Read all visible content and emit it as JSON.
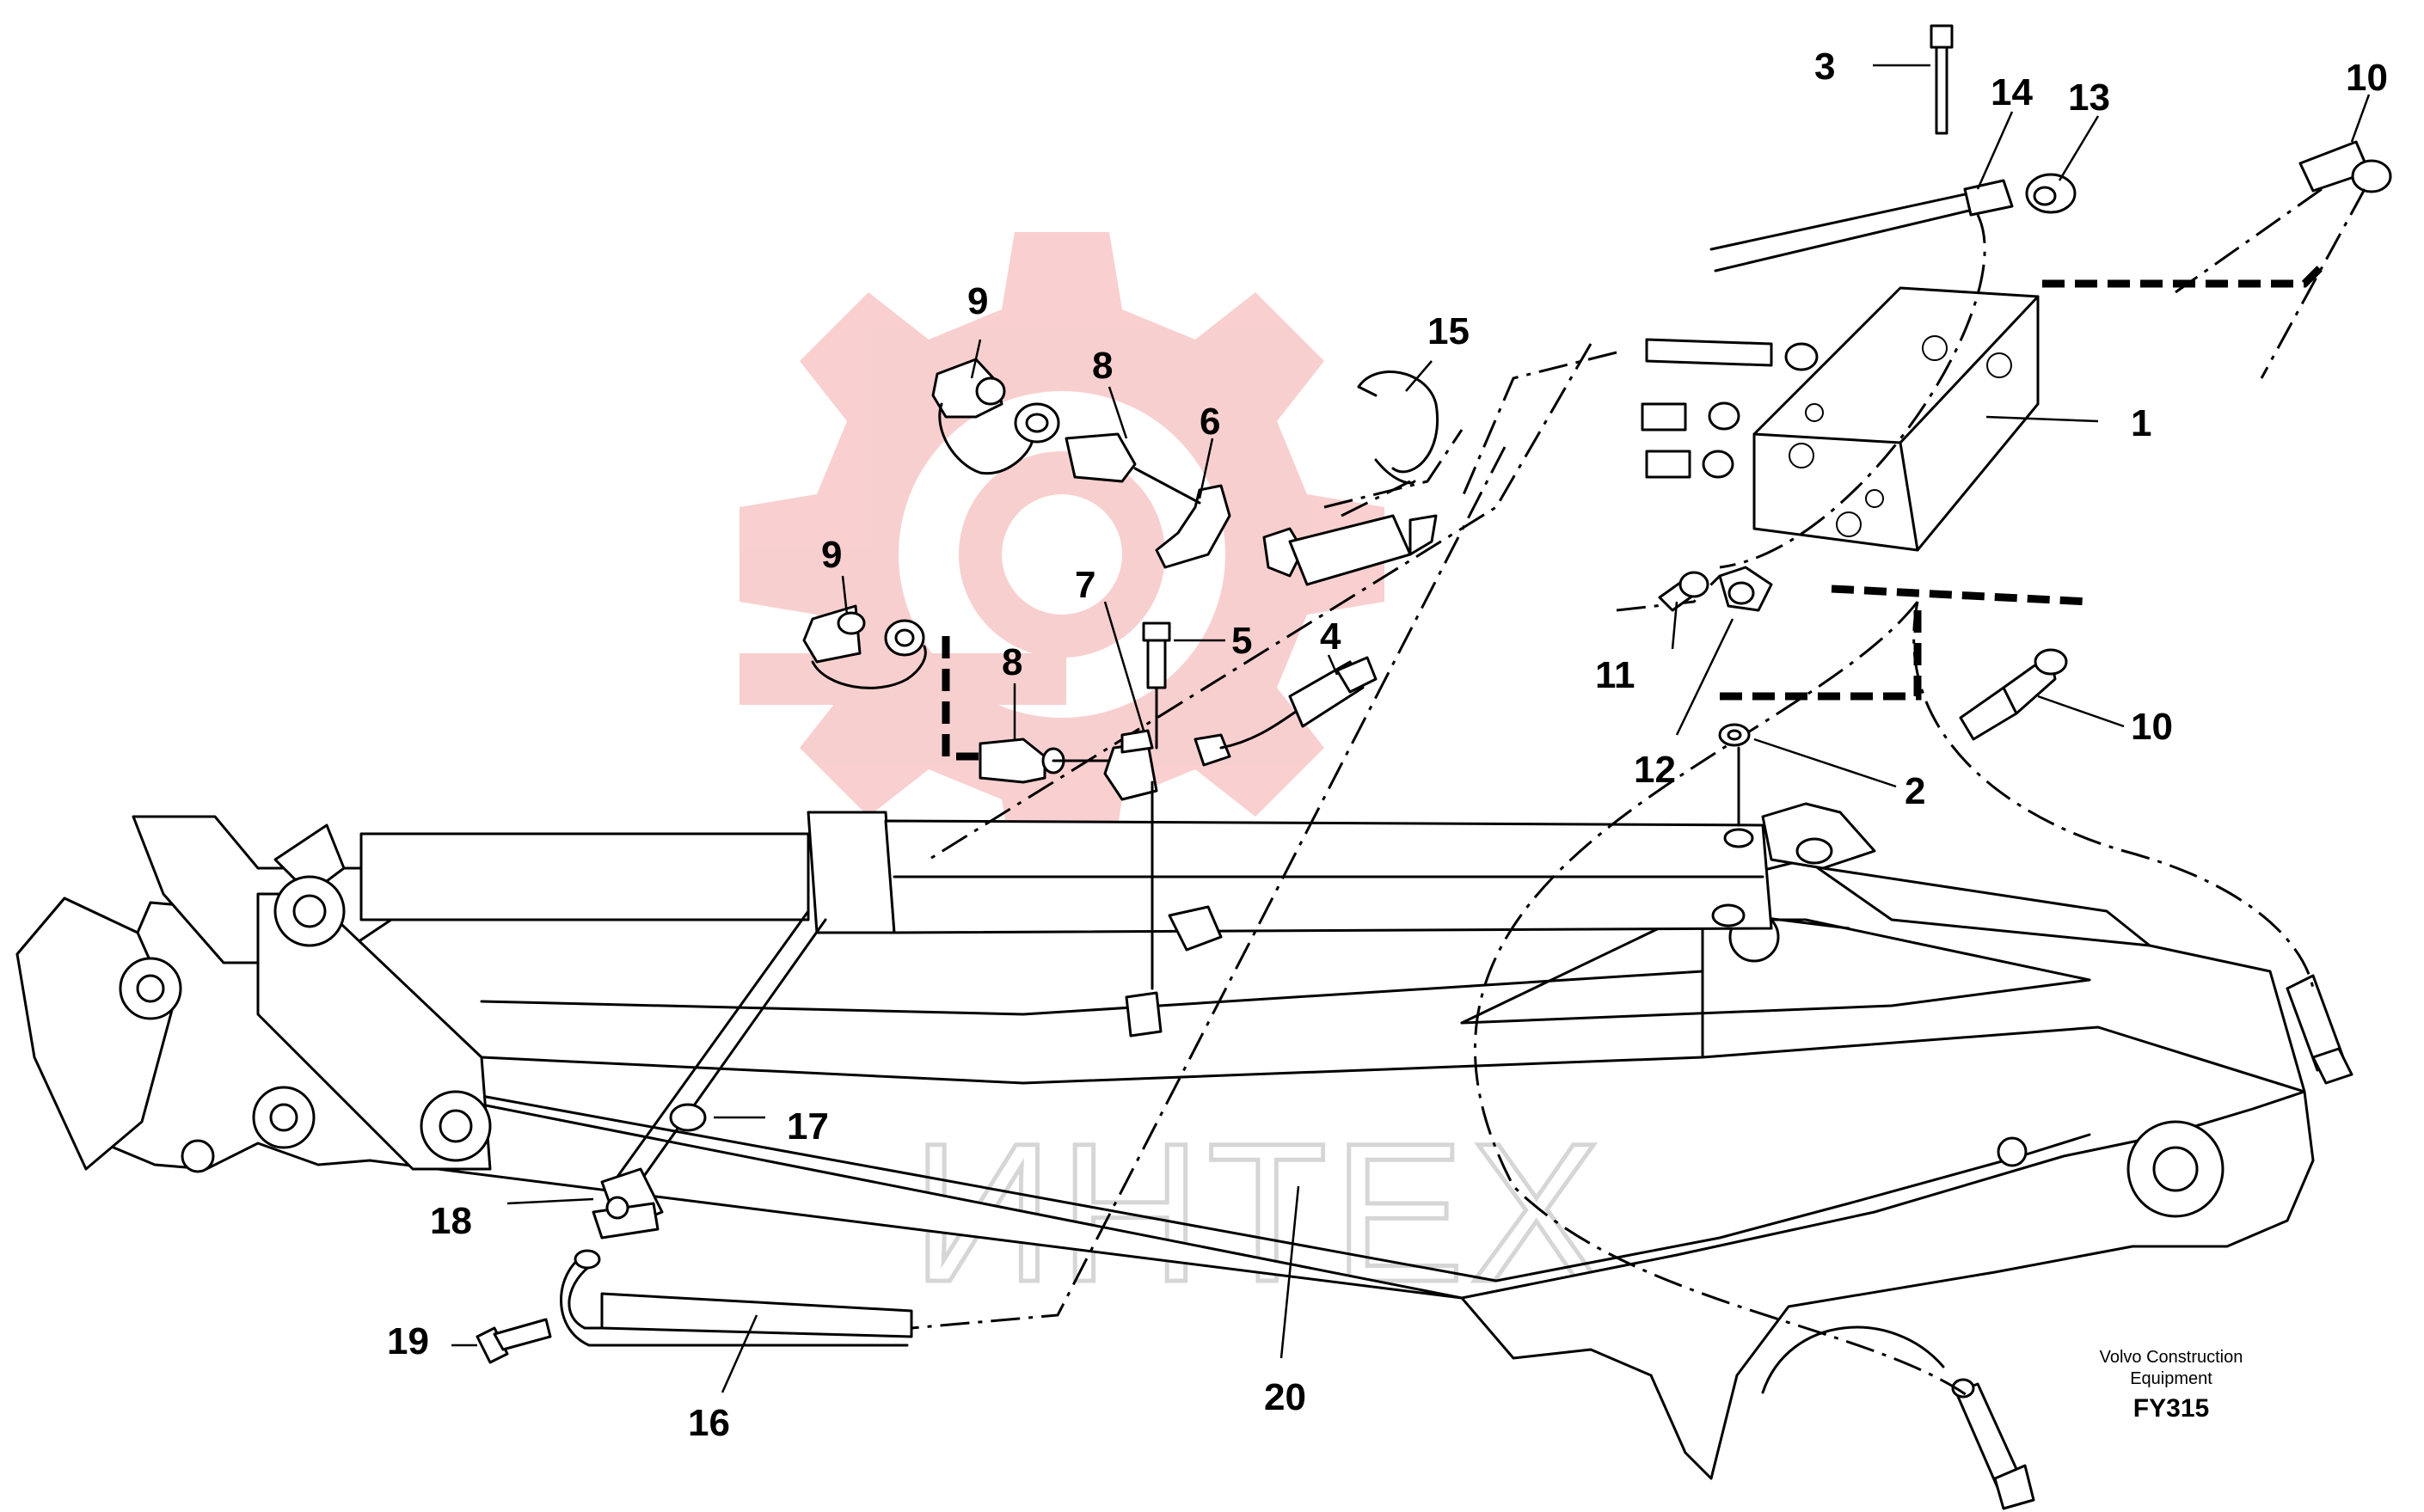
{
  "callouts": {
    "c1": "1",
    "c2": "2",
    "c3": "3",
    "c4": "4",
    "c5": "5",
    "c6": "6",
    "c7": "7",
    "c8a": "8",
    "c8b": "8",
    "c9a": "9",
    "c9b": "9",
    "c10a": "10",
    "c10b": "10",
    "c11": "11",
    "c12": "12",
    "c13": "13",
    "c14": "14",
    "c15": "15",
    "c16": "16",
    "c17": "17",
    "c18": "18",
    "c19": "19",
    "c20": "20"
  },
  "caption": {
    "line1": "Volvo Construction",
    "line2": "Equipment",
    "code": "FY315"
  },
  "watermark": {
    "text": "ИНТЕХ",
    "color": "#f4a8a8"
  }
}
